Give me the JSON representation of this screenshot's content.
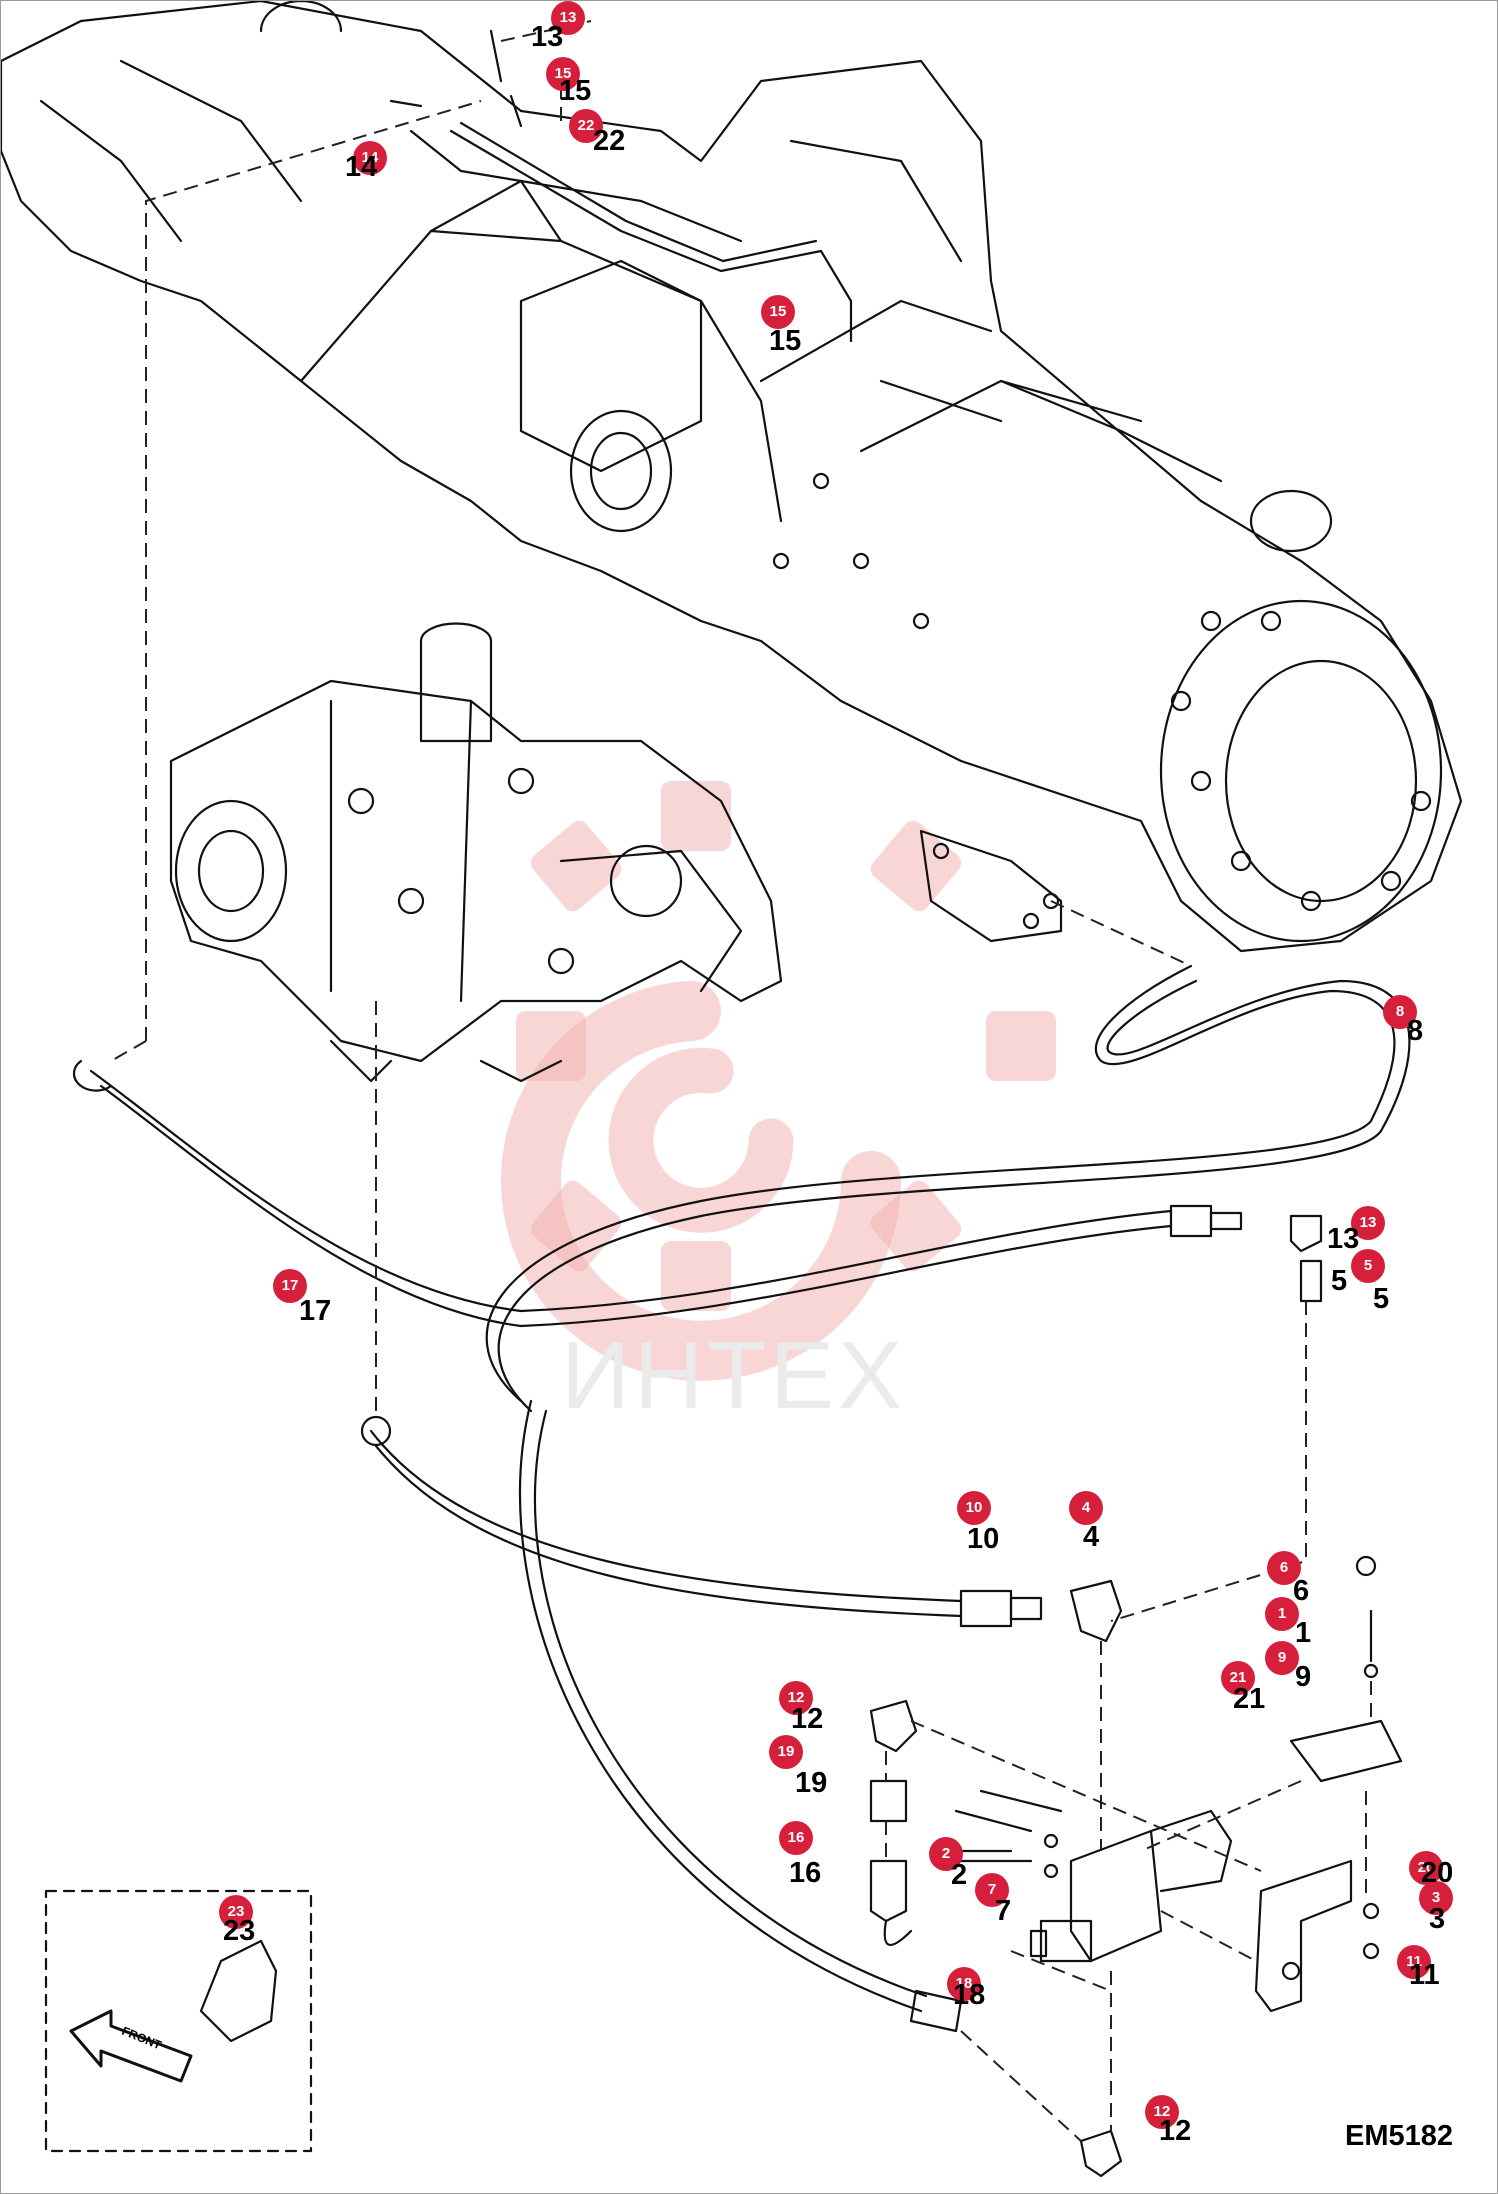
{
  "diagram": {
    "code": "EM5182",
    "watermark": "ИНТЕХ",
    "front_label": "FRONT",
    "colors": {
      "callout": "#d61f3a",
      "line": "#111111",
      "watermark": "#f4b4b4"
    }
  },
  "callouts": [
    {
      "id": "c13a",
      "label": "13"
    },
    {
      "id": "c15a",
      "label": "15"
    },
    {
      "id": "c22",
      "label": "22"
    },
    {
      "id": "c14",
      "label": "14"
    },
    {
      "id": "c15b",
      "label": "15"
    },
    {
      "id": "c8",
      "label": "8"
    },
    {
      "id": "c17",
      "label": "17"
    },
    {
      "id": "c13b",
      "label": "13"
    },
    {
      "id": "c5",
      "label": "5"
    },
    {
      "id": "c10",
      "label": "10"
    },
    {
      "id": "c4",
      "label": "4"
    },
    {
      "id": "c6",
      "label": "6"
    },
    {
      "id": "c1",
      "label": "1"
    },
    {
      "id": "c9",
      "label": "9"
    },
    {
      "id": "c21",
      "label": "21"
    },
    {
      "id": "c12a",
      "label": "12"
    },
    {
      "id": "c19",
      "label": "19"
    },
    {
      "id": "c16",
      "label": "16"
    },
    {
      "id": "c2",
      "label": "2"
    },
    {
      "id": "c7",
      "label": "7"
    },
    {
      "id": "c20",
      "label": "20"
    },
    {
      "id": "c3",
      "label": "3"
    },
    {
      "id": "c11",
      "label": "11"
    },
    {
      "id": "c18",
      "label": "18"
    },
    {
      "id": "c23",
      "label": "23"
    },
    {
      "id": "c12b",
      "label": "12"
    }
  ],
  "part_numbers": [
    {
      "id": "n13a",
      "label": "13"
    },
    {
      "id": "n15a",
      "label": "15"
    },
    {
      "id": "n22",
      "label": "22"
    },
    {
      "id": "n14",
      "label": "14"
    },
    {
      "id": "n15b",
      "label": "15"
    },
    {
      "id": "n8",
      "label": "8"
    },
    {
      "id": "n17",
      "label": "17"
    },
    {
      "id": "n13b",
      "label": "13"
    },
    {
      "id": "n5a",
      "label": "5"
    },
    {
      "id": "n5b",
      "label": "5"
    },
    {
      "id": "n10",
      "label": "10"
    },
    {
      "id": "n4",
      "label": "4"
    },
    {
      "id": "n6",
      "label": "6"
    },
    {
      "id": "n1",
      "label": "1"
    },
    {
      "id": "n9",
      "label": "9"
    },
    {
      "id": "n21",
      "label": "21"
    },
    {
      "id": "n12a",
      "label": "12"
    },
    {
      "id": "n19",
      "label": "19"
    },
    {
      "id": "n16",
      "label": "16"
    },
    {
      "id": "n2",
      "label": "2"
    },
    {
      "id": "n7",
      "label": "7"
    },
    {
      "id": "n20",
      "label": "20"
    },
    {
      "id": "n3",
      "label": "3"
    },
    {
      "id": "n11",
      "label": "11"
    },
    {
      "id": "n18",
      "label": "18"
    },
    {
      "id": "n23",
      "label": "23"
    },
    {
      "id": "n12b",
      "label": "12"
    }
  ]
}
